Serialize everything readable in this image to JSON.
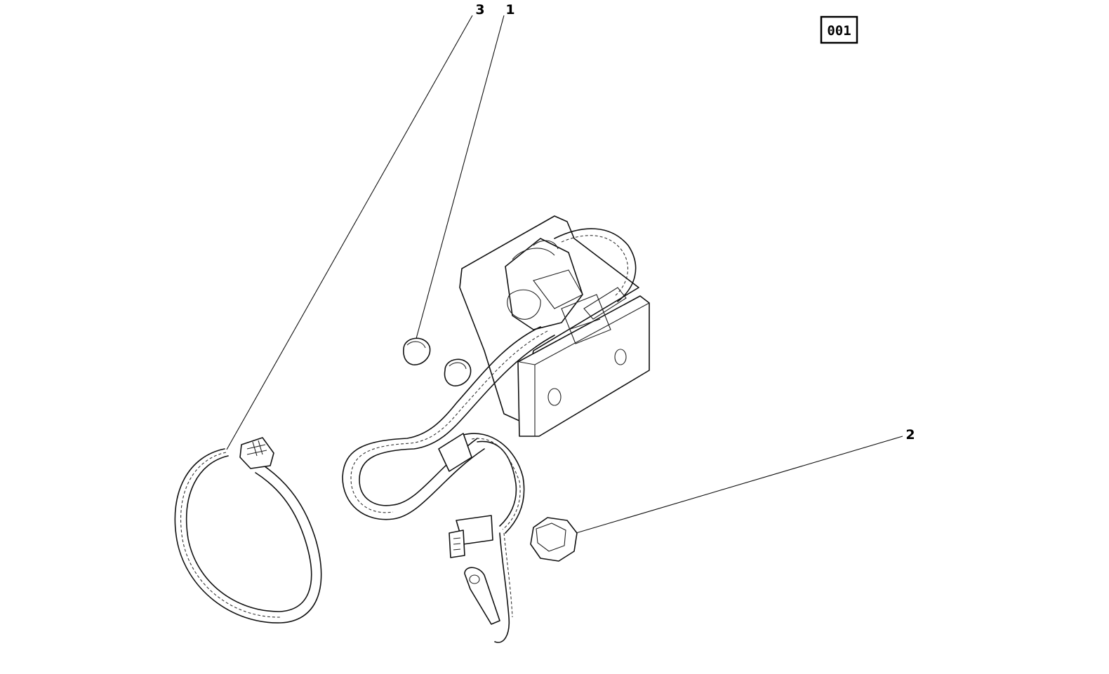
{
  "page_code": "001",
  "callouts": [
    {
      "id": "callout-1",
      "label": "1"
    },
    {
      "id": "callout-2",
      "label": "2"
    },
    {
      "id": "callout-3",
      "label": "3"
    }
  ],
  "icons": {
    "harness": "wiring-harness-icon",
    "module": "control-module-icon",
    "nut": "hex-nut-icon",
    "grommet": "grommet-icon",
    "tie": "cable-tie-icon"
  }
}
